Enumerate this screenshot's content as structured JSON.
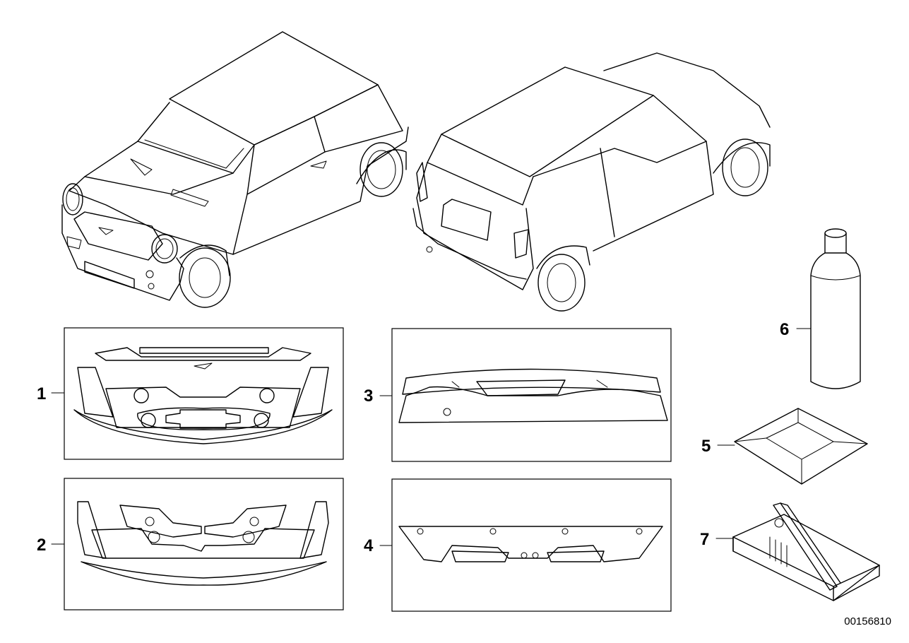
{
  "callouts": [
    {
      "label": "1"
    },
    {
      "label": "2"
    },
    {
      "label": "3"
    },
    {
      "label": "4"
    },
    {
      "label": "5"
    },
    {
      "label": "6"
    },
    {
      "label": "7"
    }
  ],
  "reference_number": "00156810"
}
